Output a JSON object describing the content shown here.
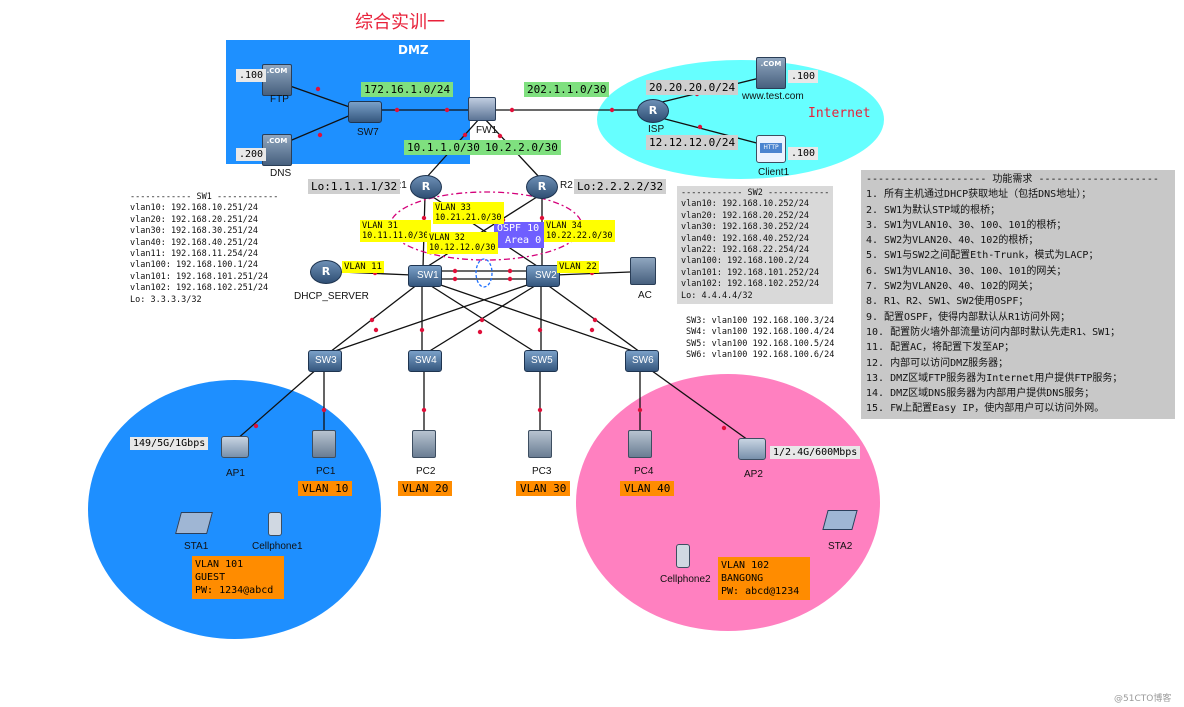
{
  "title": "综合实训一",
  "zones": {
    "dmz": "DMZ",
    "internet": "Internet",
    "ospf_area": [
      "OSPF 10",
      "Area 0"
    ]
  },
  "devices": {
    "ftp": "FTP",
    "dns": "DNS",
    "sw7": "SW7",
    "fw1": "FW1",
    "isp": "ISP",
    "www": "www.test.com",
    "client1": "Client1",
    "r1": "R1",
    "r2": "R2",
    "dhcp": "DHCP_SERVER",
    "sw1": "SW1",
    "sw2": "SW2",
    "ac": "AC",
    "sw3": "SW3",
    "sw4": "SW4",
    "sw5": "SW5",
    "sw6": "SW6",
    "ap1": "AP1",
    "pc1": "PC1",
    "pc2": "PC2",
    "pc3": "PC3",
    "pc4": "PC4",
    "ap2": "AP2",
    "sta1": "STA1",
    "cellphone1": "Cellphone1",
    "cellphone2": "Cellphone2",
    "sta2": "STA2"
  },
  "icon_texts": {
    "com": ".COM",
    "http": "HTTP"
  },
  "addresses": {
    "ftp": ".100",
    "dns": ".200",
    "www": ".100",
    "client1": ".100",
    "dmz_net": "172.16.1.0/24",
    "fw_isp": "202.1.1.0/30",
    "isp_www": "20.20.20.0/24",
    "isp_client": "12.12.12.0/24",
    "fw_r1": "10.1.1.0/30",
    "fw_r2": "10.2.2.0/30",
    "r1_lo": "Lo:1.1.1.1/32",
    "r2_lo": "Lo:2.2.2.2/32"
  },
  "links": {
    "vlan31": [
      "VLAN 31",
      "10.11.11.0/30"
    ],
    "vlan33": [
      "VLAN 33",
      "10.21.21.0/30"
    ],
    "vlan32": [
      "VLAN 32",
      "10.12.12.0/30"
    ],
    "vlan34": [
      "VLAN 34",
      "10.22.22.0/30"
    ],
    "vlan11": "VLAN 11",
    "vlan22": "VLAN 22"
  },
  "sw1_panel": [
    "------------ SW1 ------------",
    "vlan10: 192.168.10.251/24",
    "vlan20: 192.168.20.251/24",
    "vlan30: 192.168.30.251/24",
    "vlan40: 192.168.40.251/24",
    "vlan11: 192.168.11.254/24",
    "vlan100: 192.168.100.1/24",
    "vlan101: 192.168.101.251/24",
    "vlan102: 192.168.102.251/24",
    "Lo: 3.3.3.3/32"
  ],
  "sw2_panel": [
    "------------ SW2 ------------",
    "vlan10: 192.168.10.252/24",
    "vlan20: 192.168.20.252/24",
    "vlan30: 192.168.30.252/24",
    "vlan40: 192.168.40.252/24",
    "vlan22: 192.168.22.254/24",
    "vlan100: 192.168.100.2/24",
    "vlan101: 192.168.101.252/24",
    "vlan102: 192.168.102.252/24",
    "Lo: 4.4.4.4/32"
  ],
  "access_panel": [
    "SW3: vlan100 192.168.100.3/24",
    "SW4: vlan100 192.168.100.4/24",
    "SW5: vlan100 192.168.100.5/24",
    "SW6: vlan100 192.168.100.6/24"
  ],
  "requirements": [
    "-------------------- 功能需求 --------------------",
    "1. 所有主机通过DHCP获取地址（包括DNS地址）；",
    "2. SW1为默认STP域的根桥；",
    "3. SW1为VLAN10、30、100、101的根桥；",
    "4. SW2为VLAN20、40、102的根桥；",
    "5. SW1与SW2之间配置Eth-Trunk，模式为LACP；",
    "6. SW1为VLAN10、30、100、101的网关；",
    "7. SW2为VLAN20、40、102的网关；",
    "8. R1、R2、SW1、SW2使用OSPF；",
    "9. 配置OSPF，使得内部默认从R1访问外网；",
    "10. 配置防火墙外部流量访问内部时默认先走R1、SW1；",
    "11. 配置AC，将配置下发至AP；",
    "12. 内部可以访问DMZ服务器；",
    "13. DMZ区域FTP服务器为Internet用户提供FTP服务；",
    "14. DMZ区域DNS服务器为内部用户提供DNS服务；",
    "15. FW上配置Easy IP，使内部用户可以访问外网。"
  ],
  "ap1_info": "149/5G/1Gbps",
  "ap2_info": "1/2.4G/600Mbps",
  "vlan_tags": {
    "pc1": "VLAN 10",
    "pc2": "VLAN 20",
    "pc3": "VLAN 30",
    "pc4": "VLAN 40"
  },
  "wlan_left": [
    "VLAN 101",
    "GUEST",
    "PW: 1234@abcd"
  ],
  "wlan_right": [
    "VLAN 102",
    "BANGONG",
    "PW: abcd@1234"
  ],
  "watermark": "@51CTO博客",
  "colors": {
    "title": "#e8213a",
    "dmz": "#1e90ff",
    "internet": "#66ffff",
    "left_area": "#1e8fff",
    "right_area": "#ff80c0",
    "link": "#111111",
    "link_dot": "#e0103a",
    "ospf_ring": "#d4007a"
  }
}
